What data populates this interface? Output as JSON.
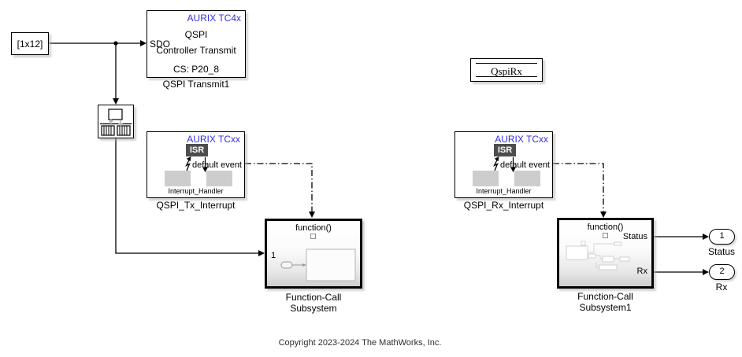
{
  "footer": {
    "copyright": "Copyright 2023-2024 The MathWorks, Inc."
  },
  "colors": {
    "aurix_blue": "#3333e0",
    "isr_bg": "#4d4d4d",
    "pad_gray": "#cdcdcd",
    "line": "#000000"
  },
  "blocks": {
    "constant": {
      "label": "[1x12]"
    },
    "qspi_transmit": {
      "badge": "AURIX TC4x",
      "title_line1": "QSPI",
      "title_line2": "Controller Transmit",
      "port_in": "SDO",
      "chip_select": "CS: P20_8",
      "caption": "QSPI Transmit1"
    },
    "tx_interrupt": {
      "badge": "AURIX TCxx",
      "isr_label": "ISR",
      "event_port": "default event",
      "handler_label": "Interrupt_Handler",
      "caption": "QSPI_Tx_Interrupt"
    },
    "rx_interrupt": {
      "badge": "AURIX TCxx",
      "isr_label": "ISR",
      "event_port": "default event",
      "handler_label": "Interrupt_Handler",
      "caption": "QSPI_Rx_Interrupt"
    },
    "fc_subsystem": {
      "trigger_label": "function()",
      "inport_num": "1",
      "caption_line1": "Function-Call",
      "caption_line2": "Subsystem"
    },
    "fc_subsystem1": {
      "trigger_label": "function()",
      "outport_status": "Status",
      "outport_rx": "Rx",
      "caption_line1": "Function-Call",
      "caption_line2": "Subsystem1"
    },
    "data_store": {
      "label": "QspiRx"
    },
    "outport1": {
      "number": "1",
      "label": "Status"
    },
    "outport2": {
      "number": "2",
      "label": "Rx"
    }
  }
}
